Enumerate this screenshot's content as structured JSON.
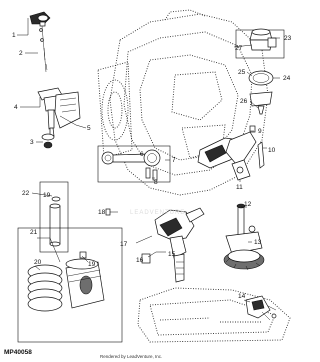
{
  "diagram": {
    "figure_code": "MP40058",
    "credit": "Rendered by LeadVenture, Inc.",
    "watermark": "LEADVENTURE",
    "callouts": {
      "c1": "1",
      "c2": "2",
      "c3": "3",
      "c4": "4",
      "c5": "5",
      "c6": "6",
      "c7": "7",
      "c8": "8",
      "c9": "9",
      "c10": "10",
      "c11": "11",
      "c12": "12",
      "c13": "13",
      "c14": "14",
      "c15": "15",
      "c16": "16",
      "c17": "17",
      "c18": "18",
      "c19": "19",
      "c20": "20",
      "c21": "21",
      "c22": "22",
      "c23": "23",
      "c24": "24",
      "c25": "25",
      "c26": "26",
      "c27": "27"
    }
  }
}
